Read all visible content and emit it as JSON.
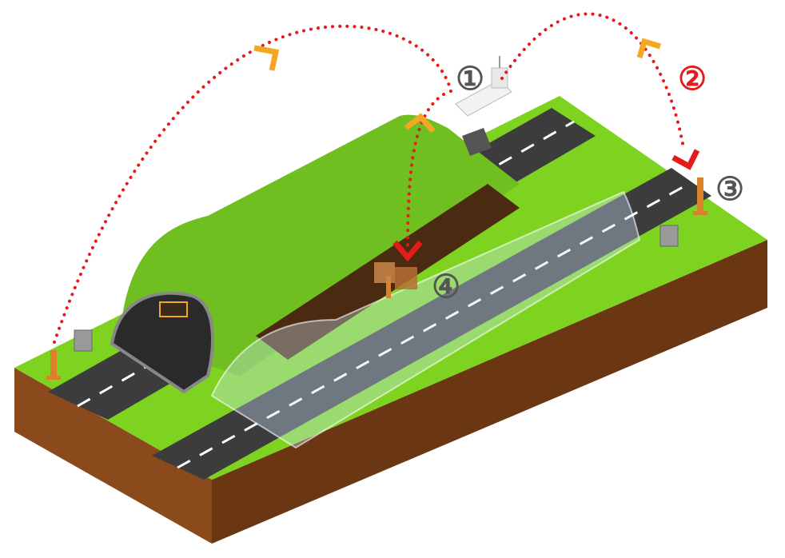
{
  "markers": [
    {
      "label": "①",
      "color": "#555555"
    },
    {
      "label": "②",
      "color": "#e31b1b"
    },
    {
      "label": "③",
      "color": "#555555"
    },
    {
      "label": "④",
      "color": "#555555"
    }
  ],
  "colors": {
    "grass": "#7ed321",
    "grass_dark": "#5ea61a",
    "soil": "#8b4a1c",
    "soil_dark": "#6b3612",
    "road": "#3c3c3c",
    "road_edge": "#1f1f1f",
    "lane_mark": "#ffffff",
    "flow_dots": "#e31b1b",
    "arrow_orange": "#f5a623",
    "arrow_red": "#e31b1b",
    "tunnel_glass": "#cfe8ff",
    "pole": "#d9822b"
  },
  "icons": {
    "control_building": "building-icon",
    "truck": "truck-icon",
    "cabinet": "cabinet-icon",
    "sensor_pole": "sensor-pole-icon",
    "boxes": "boxes-icon",
    "vms_sign": "sign-icon"
  }
}
